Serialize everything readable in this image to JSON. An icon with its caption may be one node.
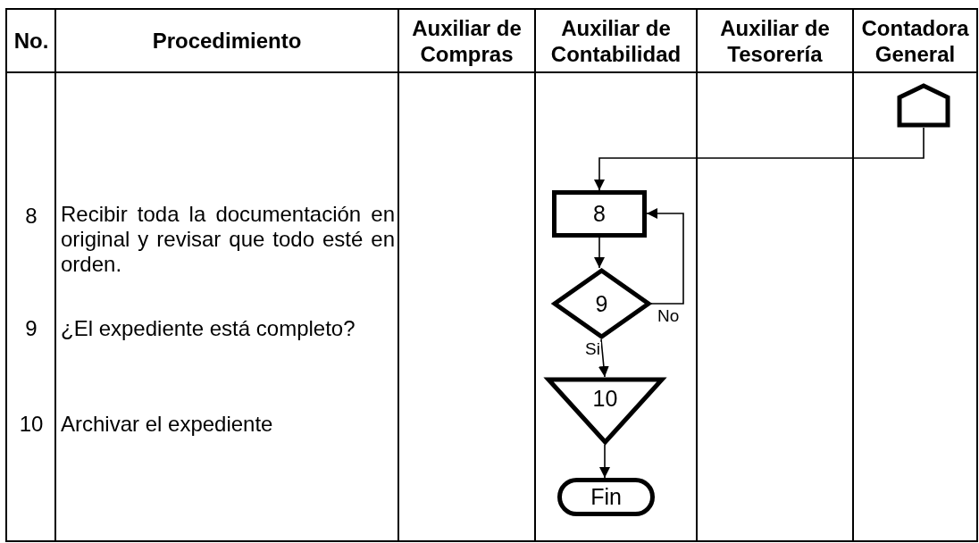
{
  "diagram": {
    "nodes": [
      {
        "text": [],
        "shape": "pentagon"
      },
      {
        "text": [
          "8"
        ]
      },
      {
        "text": [
          "9"
        ]
      },
      {
        "text": [
          "10"
        ]
      },
      {
        "text": [
          "Fin"
        ]
      }
    ],
    "edges": [
      {
        "from": 0,
        "to": 1,
        "arrow": "to"
      },
      {
        "from": 1,
        "to": 2,
        "arrow": "to"
      },
      {
        "from": 2,
        "to": 1,
        "arrow": "to",
        "label": "No"
      },
      {
        "from": 2,
        "to": 3,
        "arrow": "to",
        "label": "Si"
      },
      {
        "from": 3,
        "to": 4,
        "arrow": "to"
      }
    ],
    "labels": [
      "No.",
      "Procedimiento",
      "Auxiliar de Compras",
      "Auxiliar de Contabilidad",
      "Auxiliar de Tesorería",
      "Contadora General",
      "8",
      "Recibir toda la documentación en original y revisar que todo esté en orden.",
      "9",
      "¿El expediente está completo?",
      "10",
      "Archivar el expediente"
    ]
  }
}
